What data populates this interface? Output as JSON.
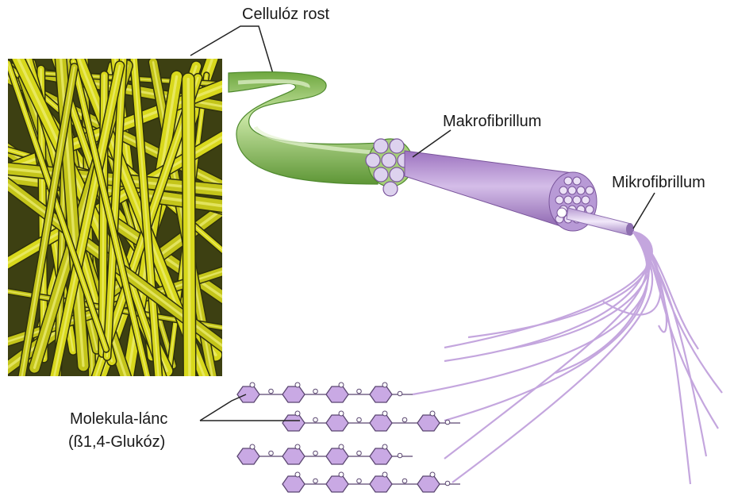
{
  "labels": {
    "cellulose_fiber": "Cellulóz rost",
    "macrofibril": "Makrofibrillum",
    "microfibril": "Mikrofibrillum",
    "molecule_chain_line1": "Molekula-lánc",
    "molecule_chain_line2": "(ß1,4-Glukóz)"
  },
  "colors": {
    "photo_yellow": "#d8d81c",
    "photo_dark": "#3a3d10",
    "fiber_green": "#8fc45a",
    "fiber_green_light": "#c9e6a4",
    "macro_purple": "#b48fcf",
    "micro_purple": "#d9c3ec",
    "strand_purple": "#c4a6de",
    "glucose_fill": "#c9a9e4",
    "glucose_stroke": "#5a4670"
  }
}
